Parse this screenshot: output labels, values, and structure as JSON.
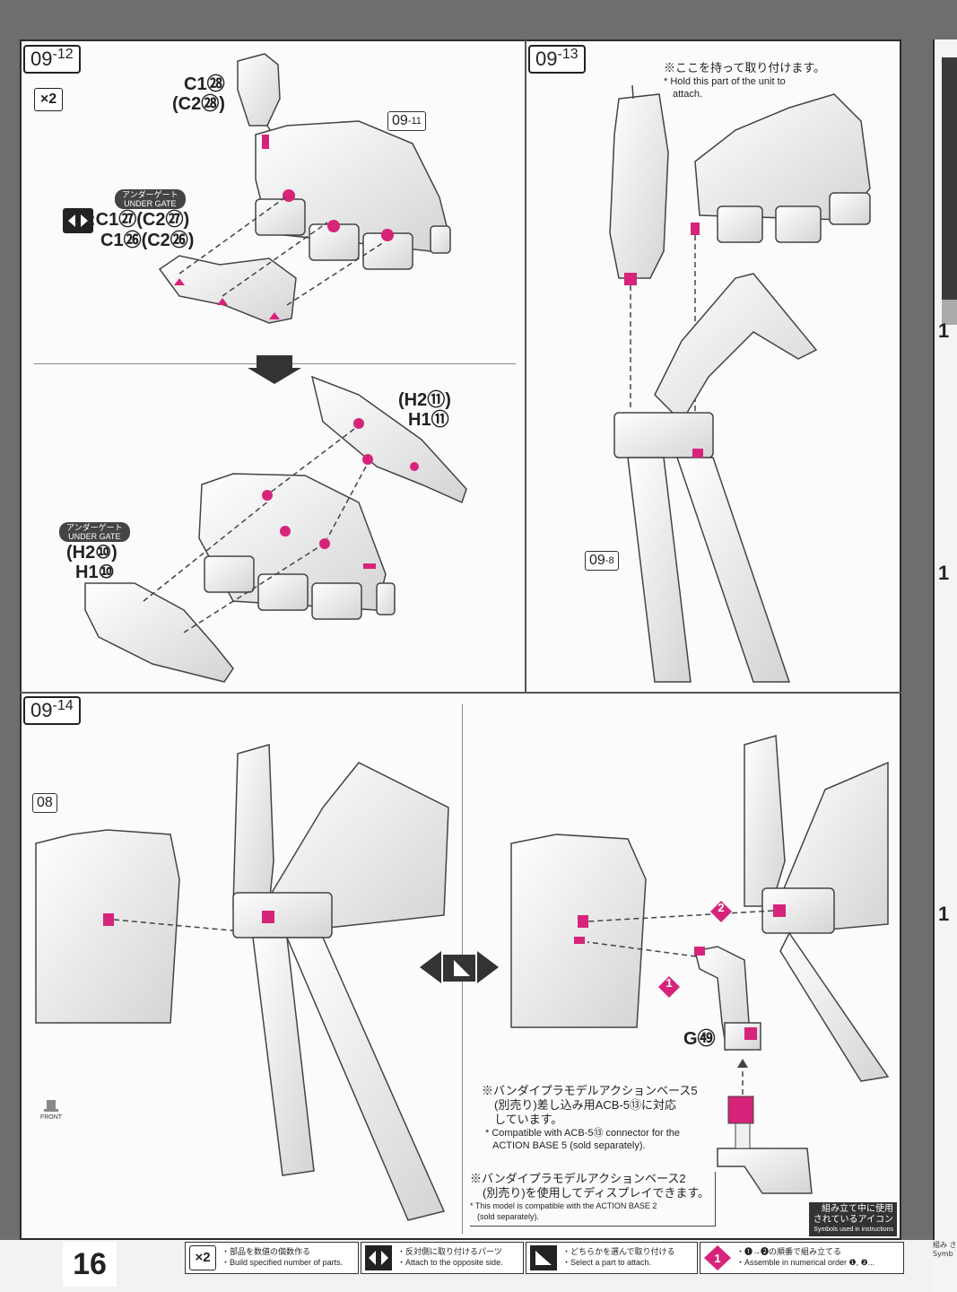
{
  "page_number": "16",
  "steps": {
    "s1": {
      "main": "09",
      "sub": "12"
    },
    "s2": {
      "main": "09",
      "sub": "13"
    },
    "s3": {
      "main": "09",
      "sub": "14"
    }
  },
  "refs": {
    "r0911": {
      "main": "09",
      "sub": "11"
    },
    "r098": {
      "main": "09",
      "sub": "8"
    },
    "r08": "08"
  },
  "multiplier": "×2",
  "parts": {
    "c1_28": "C1㉘",
    "c2_28": "(C2㉘)",
    "c1_27": ":C1㉗(C2㉗)",
    "c1_26": "C1㉖(C2㉖)",
    "h2_11": "(H2⑪)",
    "h1_11": "H1⑪",
    "h2_10": "(H2⑩)",
    "h1_10": "H1⑩",
    "g52": "G㊾"
  },
  "under_gate": {
    "jp": "アンダーゲート",
    "en": "UNDER GATE"
  },
  "hold_note": {
    "jp": "※ここを持って取り付けます。",
    "en1": "* Hold this part of the unit to",
    "en2": "attach."
  },
  "order_marks": {
    "one": "1",
    "two": "2"
  },
  "action_base5": {
    "jp1": "※バンダイプラモデルアクションベース5",
    "jp2": "(別売り)差し込み用ACB-5⑬に対応",
    "jp3": "しています。",
    "en1": "* Compatible with ACB-5⑬ connector for the",
    "en2": "ACTION BASE 5 (sold separately)."
  },
  "action_base2": {
    "jp1": "※バンダイプラモデルアクションベース2",
    "jp2": "(別売り)を使用してディスプレイできます。",
    "en1": "* This model is compatible with the ACTION BASE 2",
    "en2": "(sold separately)."
  },
  "front_label": "FRONT",
  "symbols_caption": {
    "jp1": "組み立て中に使用",
    "jp2": "されているアイコン",
    "en": "Symbols used in instructions"
  },
  "legend": [
    {
      "jp": "・部品を数値の個数作る",
      "en": "・Build specified number of parts."
    },
    {
      "jp": "・反対側に取り付けるパーツ",
      "en": "・Attach to the opposite side."
    },
    {
      "jp": "・どちらかを選んで取り付ける",
      "en": "・Select a part to attach."
    },
    {
      "jp": "・❶→❷の順番で組み立てる",
      "en": "・Assemble in numerical order ❶, ❷..."
    }
  ],
  "right_page": {
    "nums": [
      "1",
      "1",
      "1"
    ],
    "footer": "組み さ Symb"
  },
  "colors": {
    "accent": "#d6247a",
    "line": "#2a2a2a",
    "paper": "#fbfbfb"
  }
}
